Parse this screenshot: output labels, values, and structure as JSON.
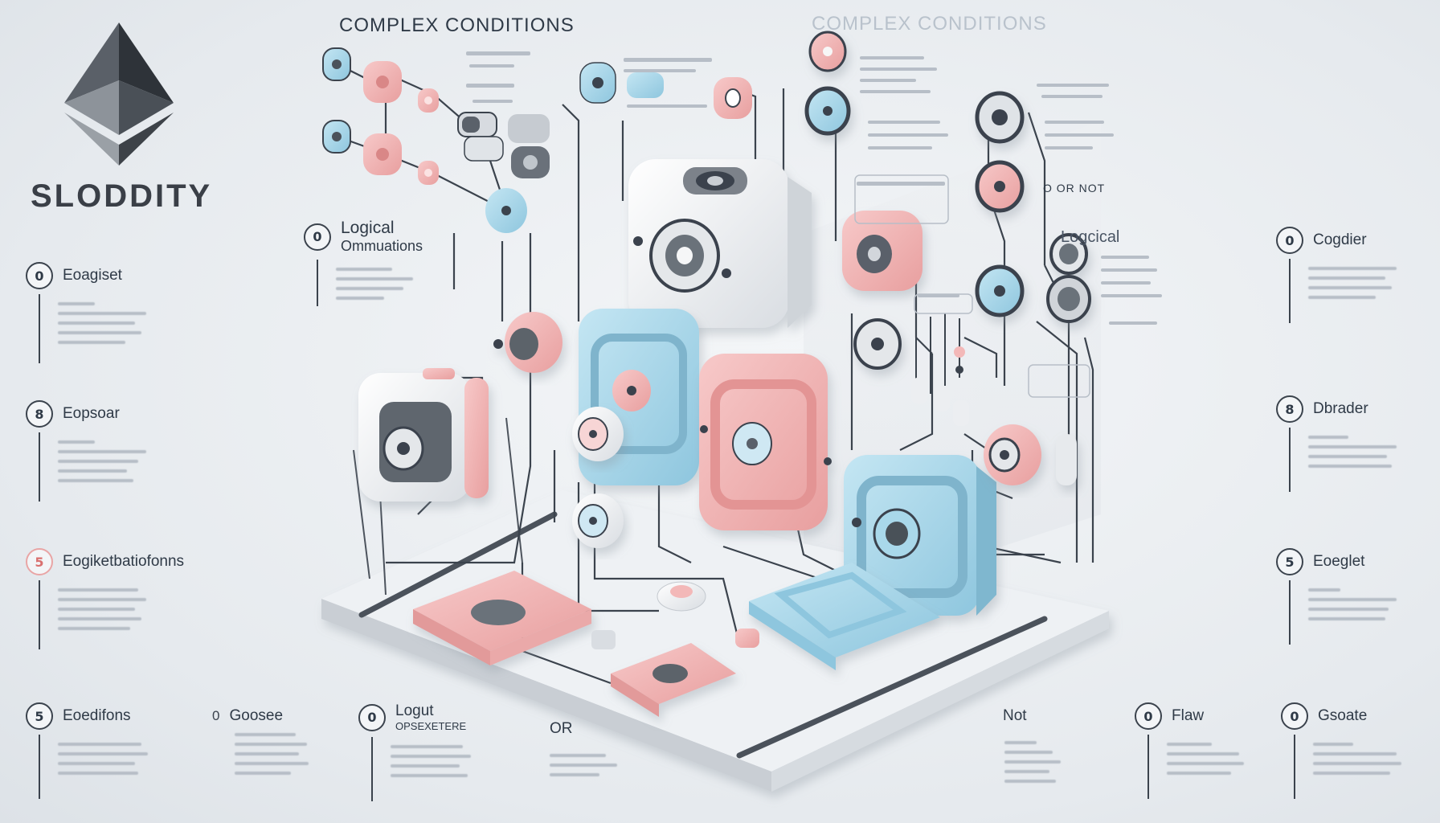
{
  "brand": {
    "name": "SLODDITY",
    "logo_icon": "ethereum-diamond-icon"
  },
  "header": {
    "title": "COMPLEX CONDITIONS",
    "ghost_title": "COMPLEX CONDITIONS"
  },
  "labels": {
    "logical_ops": {
      "badge": "0",
      "line1": "Logical",
      "line2": "Ommuations"
    },
    "logical_right": "Logcical",
    "o_or_not": "O OR NOT",
    "or": "OR",
    "not": "Not"
  },
  "left_steps": [
    {
      "badge": "0",
      "name": "Eoagiset",
      "style": "normal"
    },
    {
      "badge": "8",
      "name": "Eopsoar",
      "style": "normal"
    },
    {
      "badge": "5",
      "name": "Eogiketbatiofonns",
      "style": "pink"
    },
    {
      "badge": "5",
      "name": "Eoedifons",
      "style": "normal"
    }
  ],
  "bottom_steps": [
    {
      "badge": "0",
      "name": "Goosee",
      "style": "plain"
    },
    {
      "badge": "0",
      "name": "Logut",
      "sub": "OPSEXETERE",
      "style": "normal"
    },
    {
      "badge": "0",
      "name": "Flaw",
      "style": "normal"
    }
  ],
  "right_steps": [
    {
      "badge": "0",
      "name": "Cogdier"
    },
    {
      "badge": "8",
      "name": "Dbrader"
    },
    {
      "badge": "5",
      "name": "Eoeglet"
    },
    {
      "badge": "0",
      "name": "Gsoate"
    }
  ],
  "colors": {
    "pink": "#f3b8b8",
    "blue": "#a9d8ea",
    "white": "#f5f6f7",
    "dark": "#3b434d"
  }
}
